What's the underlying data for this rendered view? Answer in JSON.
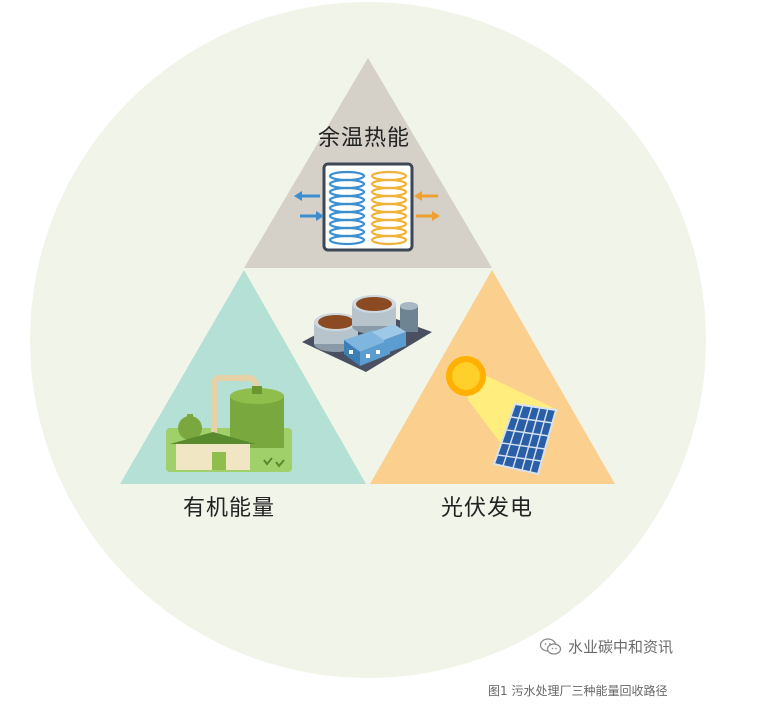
{
  "nodes": {
    "top": {
      "label": "余温热能"
    },
    "left": {
      "label": "有机能量"
    },
    "right": {
      "label": "光伏发电"
    }
  },
  "watermark": {
    "text": "水业碳中和资讯",
    "icon": "wechat-icon"
  },
  "caption": "图1 污水处理厂三种能量回收路径",
  "colors": {
    "circle": "#f1f4e9",
    "top_triangle": "#d5d0c8",
    "left_triangle": "#b4e0d6",
    "right_triangle": "#fbcf8e",
    "center_triangle": "#f1f4e9"
  }
}
